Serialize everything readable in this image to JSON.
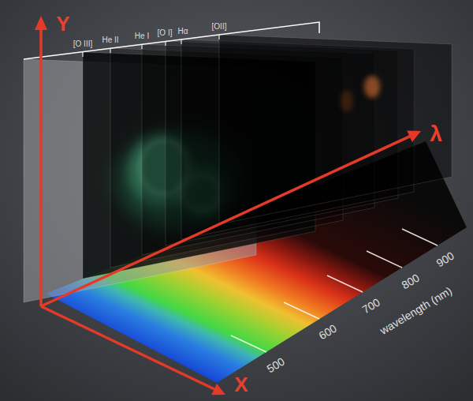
{
  "diagram": {
    "labels": [
      "Y",
      "[O III]",
      "He II",
      "He I",
      "[O I]",
      "Hα",
      "[OII]",
      "λ",
      "500",
      "600",
      "700",
      "800",
      "900",
      "wavelength (nm)",
      "X"
    ]
  }
}
